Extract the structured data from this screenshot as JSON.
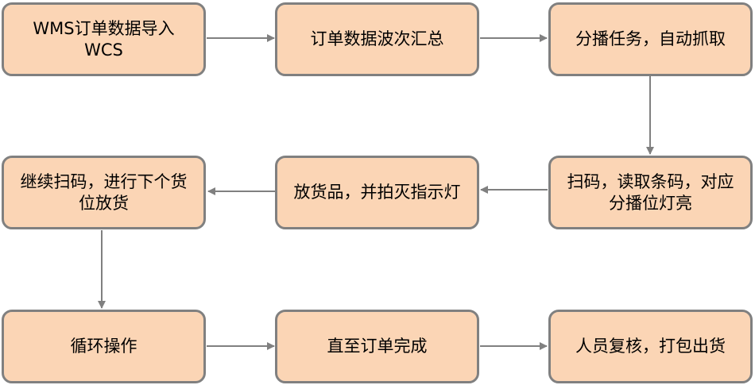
{
  "colors": {
    "fill": "#fbd5b5",
    "border": "#808080",
    "arrow": "#808080"
  },
  "steps": [
    {
      "label": "WMS订单数据导入WCS"
    },
    {
      "label": "订单数据波次汇总"
    },
    {
      "label": "分播任务，自动抓取"
    },
    {
      "label": "扫码，读取条码，对应分播位灯亮"
    },
    {
      "label": "放货品，并拍灭指示灯"
    },
    {
      "label": "继续扫码，进行下个货位放货"
    },
    {
      "label": "循环操作"
    },
    {
      "label": "直至订单完成"
    },
    {
      "label": "人员复核，打包出货"
    }
  ]
}
